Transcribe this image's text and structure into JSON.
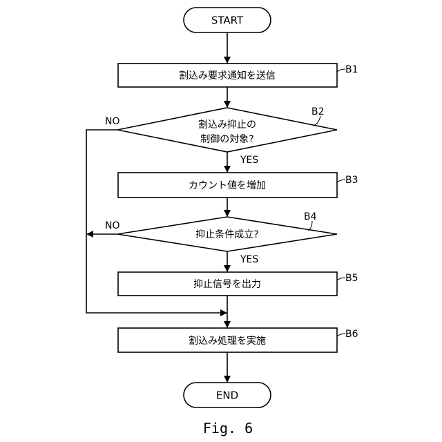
{
  "start": "START",
  "end": "END",
  "steps": {
    "b1": {
      "ref": "B1",
      "text": "割込み要求通知を送信"
    },
    "b2": {
      "ref": "B2",
      "line1": "割込み抑止の",
      "line2": "制御の対象?"
    },
    "b3": {
      "ref": "B3",
      "text": "カウント値を増加"
    },
    "b4": {
      "ref": "B4",
      "text": "抑止条件成立?"
    },
    "b5": {
      "ref": "B5",
      "text": "抑止信号を出力"
    },
    "b6": {
      "ref": "B6",
      "text": "割込み処理を実施"
    }
  },
  "branches": {
    "yes": "YES",
    "no": "NO"
  },
  "caption": "Fig. 6"
}
